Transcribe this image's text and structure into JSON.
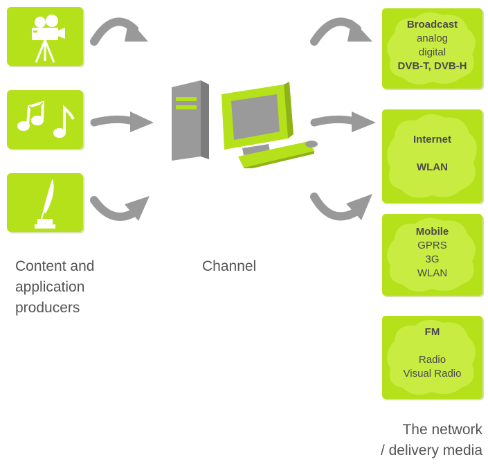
{
  "columns": {
    "producers_caption": [
      "Content and",
      "application",
      "producers"
    ],
    "channel_caption": "Channel",
    "network_caption": [
      "The network",
      "/ delivery media"
    ]
  },
  "producer_icons": [
    "video-camera-icon",
    "music-notes-icon",
    "quill-pen-icon"
  ],
  "channel_icon": "desktop-computer-icon",
  "media": [
    {
      "title": "Broadcast",
      "lines": [
        "analog",
        "digital"
      ],
      "bold_line": "DVB-T, DVB-H"
    },
    {
      "title": "Internet",
      "lines": [
        "WLAN"
      ]
    },
    {
      "title": "Mobile",
      "lines": [
        "GPRS",
        "3G",
        "WLAN"
      ]
    },
    {
      "title": "FM",
      "lines": [
        "Radio",
        "Visual Radio"
      ]
    }
  ],
  "colors": {
    "accent_green": "#b5e11a",
    "icon_white": "#ffffff",
    "arrow_gray": "#999999",
    "text_gray": "#555555",
    "computer_gray": "#9a9a9a"
  }
}
